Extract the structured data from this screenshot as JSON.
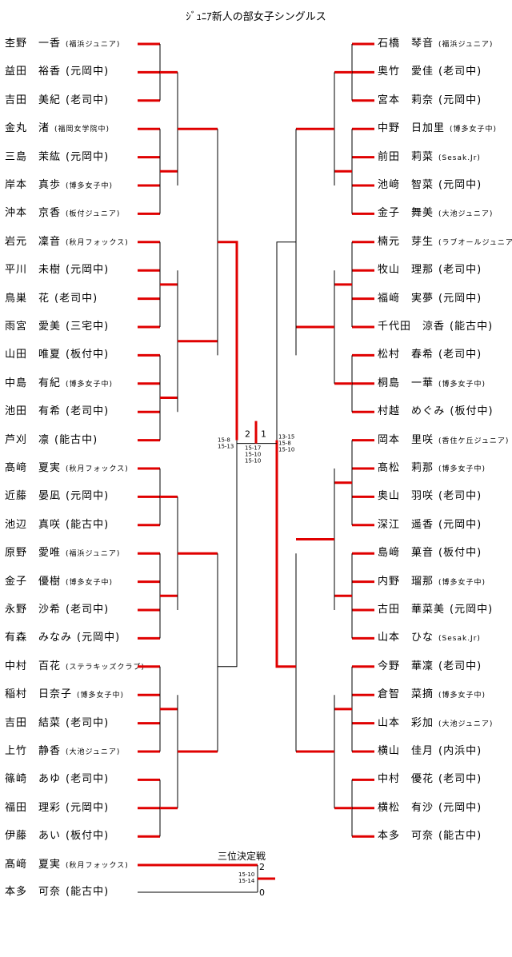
{
  "title": "ｼﾞｭﾆｱ新人の部女子シングルス",
  "third_place_title": "三位決定戦",
  "left_players": [
    {
      "name": "杢野　一香",
      "team": "(福浜ジュニア)"
    },
    {
      "name": "益田　裕香",
      "team": "(元岡中)"
    },
    {
      "name": "吉田　美紀",
      "team": "(老司中)"
    },
    {
      "name": "金丸　渚",
      "team": "(福岡女学院中)"
    },
    {
      "name": "三島　茉紘",
      "team": "(元岡中)"
    },
    {
      "name": "岸本　真歩",
      "team": "(博多女子中)"
    },
    {
      "name": "沖本　京香",
      "team": "(板付ジュニア)"
    },
    {
      "name": "岩元　凜音",
      "team": "(秋月フォックス)"
    },
    {
      "name": "平川　未樹",
      "team": "(元岡中)"
    },
    {
      "name": "鳥巣　花",
      "team": "(老司中)"
    },
    {
      "name": "雨宮　愛美",
      "team": "(三宅中)"
    },
    {
      "name": "山田　唯夏",
      "team": "(板付中)"
    },
    {
      "name": "中島　有紀",
      "team": "(博多女子中)"
    },
    {
      "name": "池田　有希",
      "team": "(老司中)"
    },
    {
      "name": "芦刈　凛",
      "team": "(能古中)"
    },
    {
      "name": "髙﨑　夏実",
      "team": "(秋月フォックス)"
    },
    {
      "name": "近藤　晏凪",
      "team": "(元岡中)"
    },
    {
      "name": "池辺　真咲",
      "team": "(能古中)"
    },
    {
      "name": "原野　愛唯",
      "team": "(福浜ジュニア)"
    },
    {
      "name": "金子　優樹",
      "team": "(博多女子中)"
    },
    {
      "name": "永野　沙希",
      "team": "(老司中)"
    },
    {
      "name": "有森　みなみ",
      "team": "(元岡中)"
    },
    {
      "name": "中村　百花",
      "team": "(ステラキッズクラブ)"
    },
    {
      "name": "稲村　日奈子",
      "team": "(博多女子中)"
    },
    {
      "name": "吉田　結菜",
      "team": "(老司中)"
    },
    {
      "name": "上竹　静香",
      "team": "(大池ジュニア)"
    },
    {
      "name": "篠崎　あゆ",
      "team": "(老司中)"
    },
    {
      "name": "福田　理彩",
      "team": "(元岡中)"
    },
    {
      "name": "伊藤　あい",
      "team": "(板付中)"
    }
  ],
  "right_players": [
    {
      "name": "石橋　琴音",
      "team": "(福浜ジュニア)"
    },
    {
      "name": "奥竹　愛佳",
      "team": "(老司中)"
    },
    {
      "name": "宮本　莉奈",
      "team": "(元岡中)"
    },
    {
      "name": "中野　日加里",
      "team": "(博多女子中)"
    },
    {
      "name": "前田　莉菜",
      "team": "(Sesak.Jr)"
    },
    {
      "name": "池﨑　智菜",
      "team": "(元岡中)"
    },
    {
      "name": "金子　舞美",
      "team": "(大池ジュニア)"
    },
    {
      "name": "楠元　芽生",
      "team": "(ラブオールジュニア)"
    },
    {
      "name": "牧山　理那",
      "team": "(老司中)"
    },
    {
      "name": "福﨑　実夢",
      "team": "(元岡中)"
    },
    {
      "name": "千代田　涼香",
      "team": "(能古中)"
    },
    {
      "name": "松村　春希",
      "team": "(老司中)"
    },
    {
      "name": "桐島　一華",
      "team": "(博多女子中)"
    },
    {
      "name": "村越　めぐみ",
      "team": "(板付中)"
    },
    {
      "name": "岡本　里咲",
      "team": "(香住ケ丘ジュニア)"
    },
    {
      "name": "髙松　莉那",
      "team": "(博多女子中)"
    },
    {
      "name": "奥山　羽咲",
      "team": "(老司中)"
    },
    {
      "name": "深江　遥香",
      "team": "(元岡中)"
    },
    {
      "name": "島﨑　菓音",
      "team": "(板付中)"
    },
    {
      "name": "内野　瑠那",
      "team": "(博多女子中)"
    },
    {
      "name": "古田　華菜美",
      "team": "(元岡中)"
    },
    {
      "name": "山本　ひな",
      "team": "(Sesak.Jr)"
    },
    {
      "name": "今野　華凜",
      "team": "(老司中)"
    },
    {
      "name": "倉智　菜摘",
      "team": "(博多女子中)"
    },
    {
      "name": "山本　彩加",
      "team": "(大池ジュニア)"
    },
    {
      "name": "横山　佳月",
      "team": "(内浜中)"
    },
    {
      "name": "中村　優花",
      "team": "(老司中)"
    },
    {
      "name": "横松　有沙",
      "team": "(元岡中)"
    },
    {
      "name": "本多　可奈",
      "team": "(能古中)"
    }
  ],
  "third_place_players": [
    {
      "name": "髙﨑　夏実",
      "team": "(秋月フォックス)"
    },
    {
      "name": "本多　可奈",
      "team": "(能古中)"
    }
  ],
  "final_scores": {
    "left": "2",
    "right": "1"
  },
  "final_detail": {
    "left": "15-8\n15-13",
    "center": "15-17\n15-10\n15-10",
    "right": "13-15\n15-8\n15-10"
  },
  "third_place_scores": {
    "top": "2",
    "bottom": "0",
    "detail": "15-10\n15-14"
  },
  "bracket_color": "#e00000",
  "line_color": "#000000"
}
